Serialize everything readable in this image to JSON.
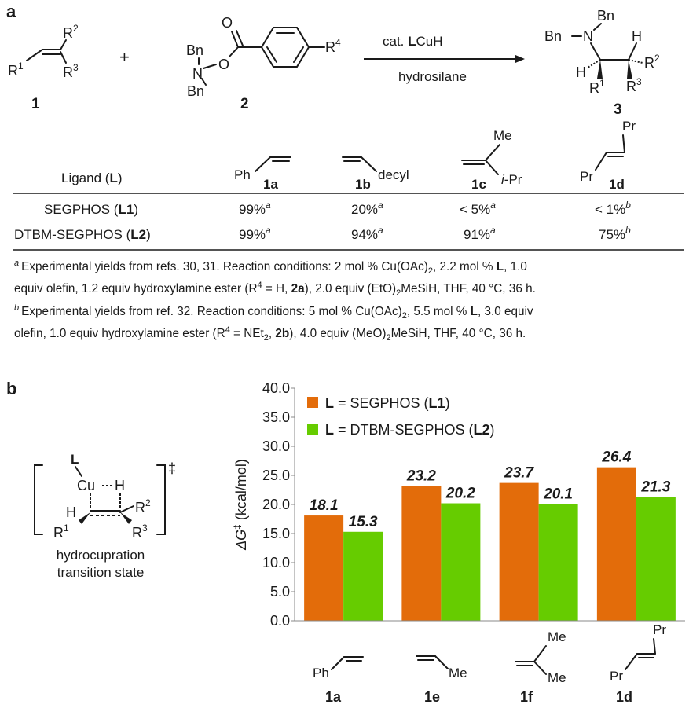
{
  "panel_a": {
    "label": "a",
    "reactant1": {
      "r1": "R",
      "r1sup": "1",
      "r2": "R",
      "r2sup": "2",
      "r3": "R",
      "r3sup": "3",
      "num": "1"
    },
    "plus": "+",
    "reactant2": {
      "bn1": "Bn",
      "bn2": "Bn",
      "n": "N",
      "o1": "O",
      "o2": "O",
      "r4": "R",
      "r4sup": "4",
      "num": "2"
    },
    "arrow_top_pre": "cat. ",
    "arrow_top_bold": "L",
    "arrow_top_post": "CuH",
    "arrow_bottom": "hydrosilane",
    "product": {
      "bn1": "Bn",
      "bn2": "Bn",
      "n": "N",
      "h1": "H",
      "h2": "H",
      "r1": "R",
      "r1sup": "1",
      "r2": "R",
      "r2sup": "2",
      "r3": "R",
      "r3sup": "3",
      "num": "3"
    },
    "table": {
      "ligand_header_pre": "Ligand (",
      "ligand_header_bold": "L",
      "ligand_header_post": ")",
      "substrates": [
        {
          "id": "1a",
          "sub_label": "Ph"
        },
        {
          "id": "1b",
          "sub_label": "decyl"
        },
        {
          "id": "1c",
          "sub_label_top": "Me",
          "sub_label_bottom": "i",
          "sub_label_bottom_post": "-Pr"
        },
        {
          "id": "1d",
          "sub_label_top": "Pr",
          "sub_label_bottom": "Pr"
        }
      ],
      "rows": [
        {
          "ligand": "SEGPHOS (",
          "ligand_bold": "L1",
          "ligand_post": ")",
          "values": [
            "99%",
            "20%",
            "< 5%",
            "< 1%"
          ],
          "notes": [
            "a",
            "a",
            "a",
            "b"
          ]
        },
        {
          "ligand": "DTBM-SEGPHOS (",
          "ligand_bold": "L2",
          "ligand_post": ")",
          "values": [
            "99%",
            "94%",
            "91%",
            "75%"
          ],
          "notes": [
            "a",
            "a",
            "a",
            "b"
          ]
        }
      ]
    },
    "footnote_a": {
      "marker": "a",
      "line1": "Experimental yields from refs. 30, 31. Reaction conditions: 2 mol % Cu(OAc)",
      "line1_sub": "2",
      "line1_post": ", 2.2 mol % ",
      "line1_bold": "L",
      "line1_end": ", 1.0",
      "line2_pre": "equiv olefin, 1.2 equiv hydroxylamine ester (R",
      "line2_sup": "4",
      "line2_mid": " = H, ",
      "line2_bold": "2a",
      "line2_post": "), 2.0 equiv (EtO)",
      "line2_sub": "2",
      "line2_end": "MeSiH, THF, 40 °C, 36 h."
    },
    "footnote_b": {
      "marker": "b",
      "line1": "Experimental yields from ref. 32. Reaction conditions: 5 mol % Cu(OAc)",
      "line1_sub": "2",
      "line1_post": ", 5.5 mol % ",
      "line1_bold": "L",
      "line1_end": ", 3.0 equiv",
      "line2_pre": "olefin, 1.0 equiv hydroxylamine ester (R",
      "line2_sup": "4",
      "line2_mid": " = NEt",
      "line2_sub1": "2",
      "line2_mid2": ", ",
      "line2_bold": "2b",
      "line2_post": "), 4.0 equiv (MeO)",
      "line2_sub": "2",
      "line2_end": "MeSiH, THF, 40 °C, 36 h."
    }
  },
  "panel_b": {
    "label": "b",
    "ts": {
      "l": "L",
      "cu": "Cu",
      "h_top": "H",
      "h_left": "H",
      "r1": "R",
      "r1sup": "1",
      "r2": "R",
      "r2sup": "2",
      "r3": "R",
      "r3sup": "3",
      "dagger": "‡",
      "caption1": "hydrocupration",
      "caption2": "transition state"
    }
  },
  "chart_data": {
    "type": "bar",
    "categories": [
      "1a",
      "1e",
      "1f",
      "1d"
    ],
    "category_labels": {
      "1a": "Ph",
      "1e": "Me",
      "1f_top": "Me",
      "1f_bottom": "Me",
      "1d_top": "Pr",
      "1d_bottom": "Pr"
    },
    "series": [
      {
        "name_pre": "L",
        "name": " = SEGPHOS (",
        "name_bold": "L1",
        "name_post": ")",
        "color": "#e36c0a",
        "values": [
          18.1,
          23.2,
          23.7,
          26.4
        ]
      },
      {
        "name_pre": "L",
        "name": " = DTBM-SEGPHOS (",
        "name_bold": "L2",
        "name_post": ")",
        "color": "#66cc00",
        "values": [
          15.3,
          20.2,
          20.1,
          21.3
        ]
      }
    ],
    "ylabel_pre": "ΔG",
    "ylabel_sup": "‡",
    "ylabel_post": " (kcal/mol)",
    "ylim": [
      0,
      40
    ],
    "yticks": [
      "0.0",
      "5.0",
      "10.0",
      "15.0",
      "20.0",
      "25.0",
      "30.0",
      "35.0",
      "40.0"
    ],
    "grid": false,
    "legend_position": "top-left"
  }
}
